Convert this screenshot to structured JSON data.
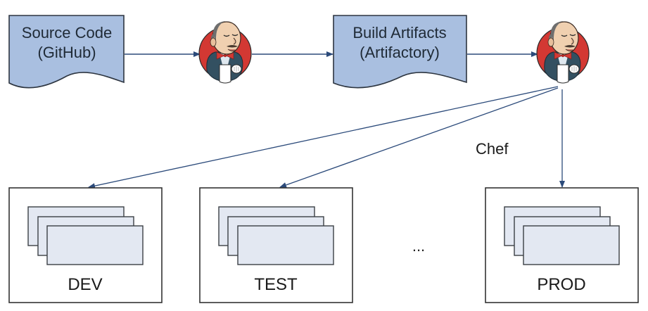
{
  "diagram": {
    "colors": {
      "document_fill": "#a9bfe0",
      "document_stroke": "#2d3540",
      "arrow": "#2b4a7a",
      "env_box_stroke": "#333333",
      "server_fill": "#e3e8f2",
      "server_stroke": "#3b3f45",
      "jenkins_red": "#d33833"
    },
    "nodes": {
      "source": {
        "line1": "Source Code",
        "line2": "(GitHub)"
      },
      "jenkins_ci": {
        "name": "Jenkins",
        "icon": "jenkins-butler-icon"
      },
      "artifacts": {
        "line1": "Build Artifacts",
        "line2": "(Artifactory)"
      },
      "jenkins_cd": {
        "name": "Jenkins",
        "icon": "jenkins-butler-icon"
      }
    },
    "deploy_label": "Chef",
    "ellipsis": "...",
    "environments": [
      {
        "label": "DEV"
      },
      {
        "label": "TEST"
      },
      {
        "label": "PROD"
      }
    ],
    "edges": [
      {
        "from": "source",
        "to": "jenkins_ci"
      },
      {
        "from": "jenkins_ci",
        "to": "artifacts"
      },
      {
        "from": "artifacts",
        "to": "jenkins_cd"
      },
      {
        "from": "jenkins_cd",
        "to": "DEV"
      },
      {
        "from": "jenkins_cd",
        "to": "TEST"
      },
      {
        "from": "jenkins_cd",
        "to": "PROD",
        "label": "Chef"
      }
    ]
  }
}
